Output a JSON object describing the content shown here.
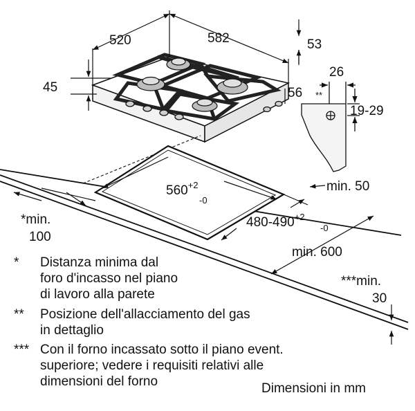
{
  "diagram": {
    "dimensions": {
      "width_top": "520",
      "depth_top": "582",
      "right_53": "53",
      "height_45": "45",
      "conn_26": "26",
      "conn_56": "56",
      "conn_1929": "19-29",
      "conn_stars": "**",
      "cutout_w_main": "560",
      "cutout_w_sup": "+2",
      "cutout_w_sub": "-0",
      "cutout_d_main": "480-490",
      "cutout_d_sup": "+2",
      "cutout_d_sub": "-0",
      "min_50": "min. 50",
      "min_100_a": "*min.",
      "min_100_b": "100",
      "min_600": "min. 600",
      "min_30_a": "***min.",
      "min_30_b": "30"
    },
    "notes": [
      {
        "mark": "*",
        "lines": [
          "Distanza minima dal",
          "foro d'incasso nel piano",
          "di lavoro alla parete"
        ]
      },
      {
        "mark": "**",
        "lines": [
          "Posizione dell'allacciamento del gas",
          "in dettaglio"
        ]
      },
      {
        "mark": "***",
        "lines": [
          "Con il forno incassato sotto il piano event.",
          "superiore; vedere i requisiti relativi alle",
          "dimensioni del forno"
        ]
      }
    ],
    "units_label": "Dimensioni in mm"
  }
}
